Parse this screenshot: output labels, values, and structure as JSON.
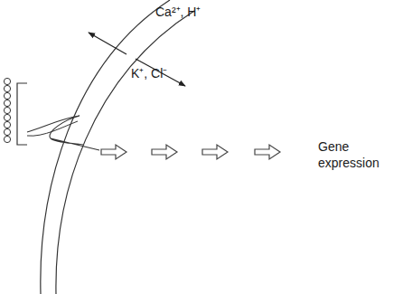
{
  "diagram": {
    "labels": [
      "Ca²⁺, H⁺",
      "K⁺, Cl⁻",
      "Gene expression"
    ]
  }
}
